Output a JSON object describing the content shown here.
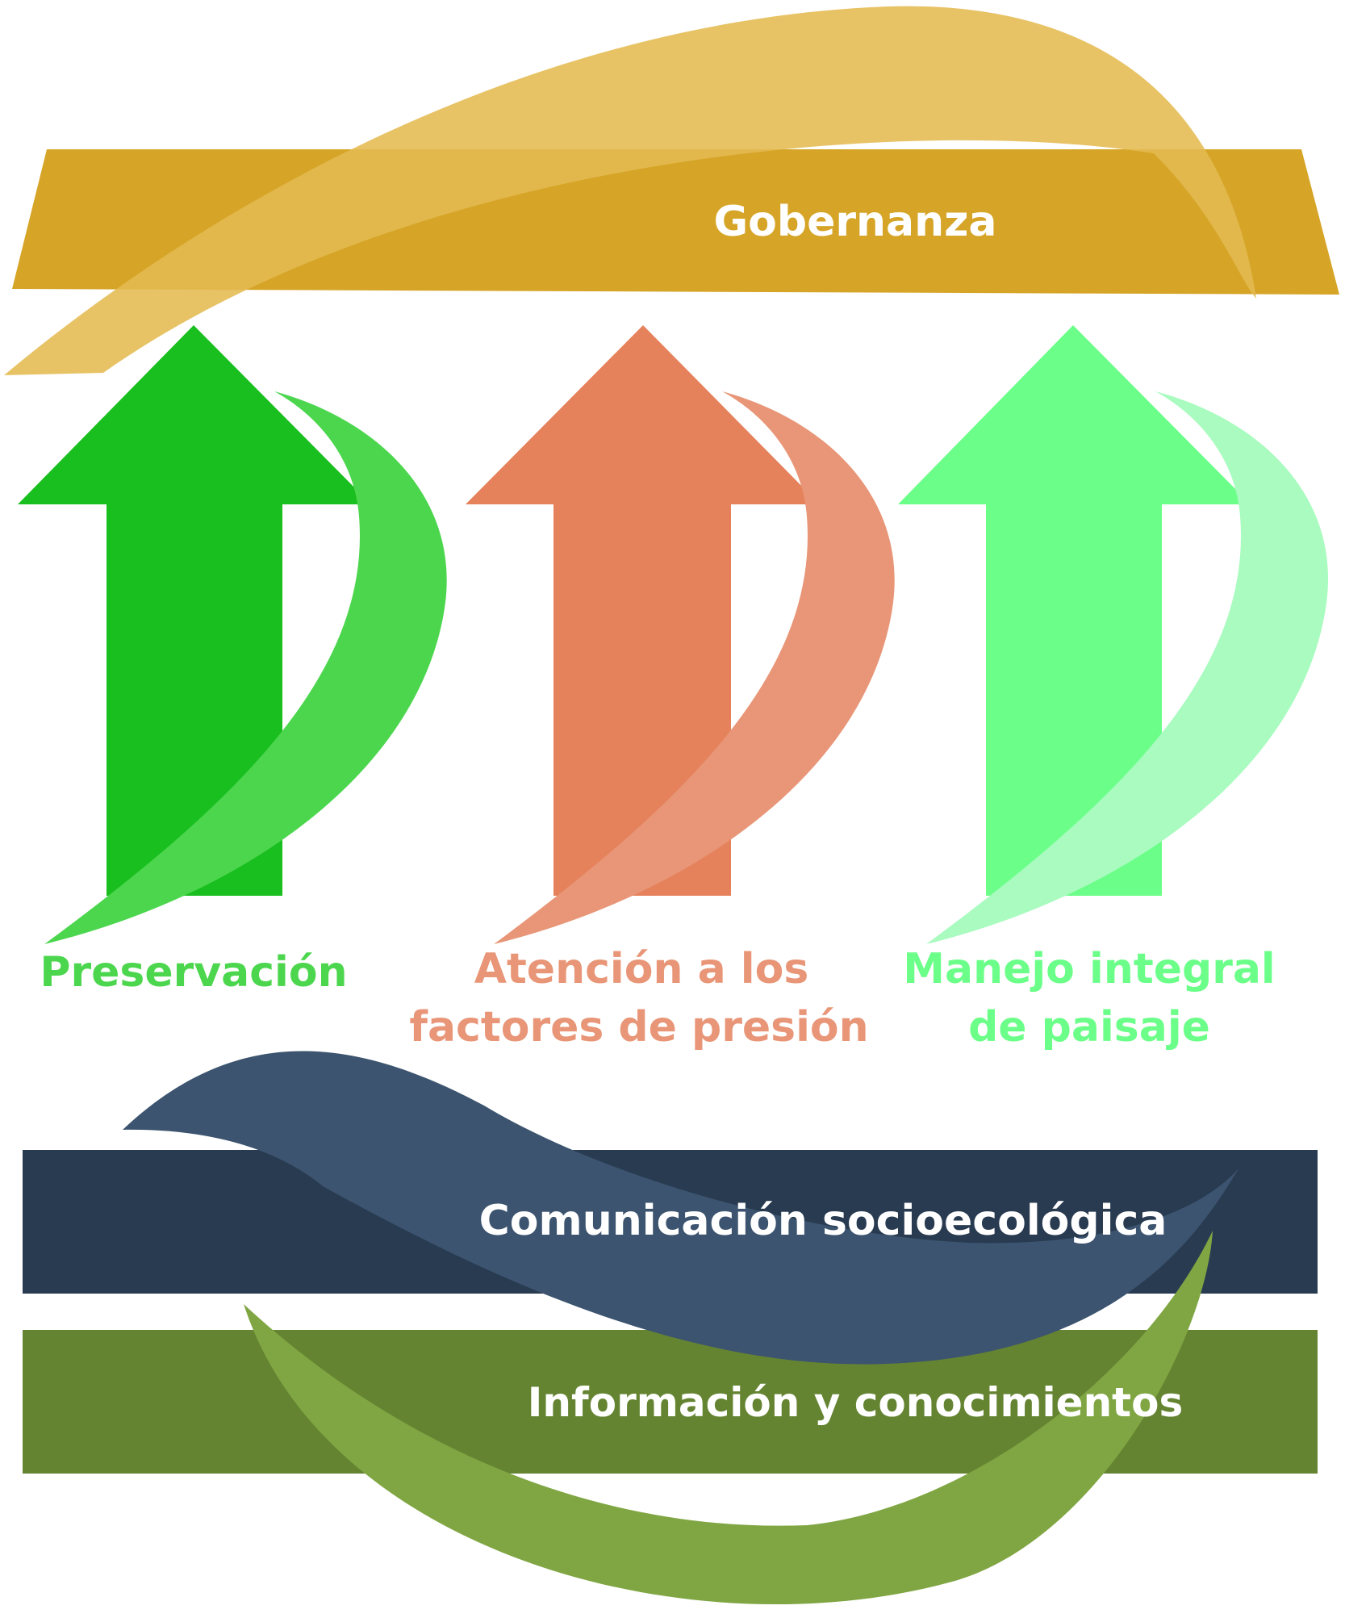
{
  "governance": {
    "label": "Gobernanza"
  },
  "pillars": [
    {
      "line1": "Preservación",
      "line2": ""
    },
    {
      "line1": "Atención a los",
      "line2": "factores de presión"
    },
    {
      "line1": "Manejo integral",
      "line2": "de paisaje"
    }
  ],
  "communication": {
    "label": "Comunicación socioecológica"
  },
  "information": {
    "label": "Información y conocimientos"
  },
  "colors": {
    "governance_bar": "#d6a528",
    "governance_swoosh": "#e4bb51",
    "preservation_arrow": "#19bf1e",
    "preservation_swoosh": "#4cd64e",
    "pressure_arrow": "#e5825c",
    "pressure_swoosh": "#e89677",
    "landscape_arrow": "#6bff89",
    "landscape_swoosh": "#a9fbbf",
    "communication_bar": "#283b51",
    "communication_swoosh": "#3c546f",
    "information_bar": "#658432",
    "information_swoosh": "#80a643",
    "label_text": "#ffffff"
  }
}
